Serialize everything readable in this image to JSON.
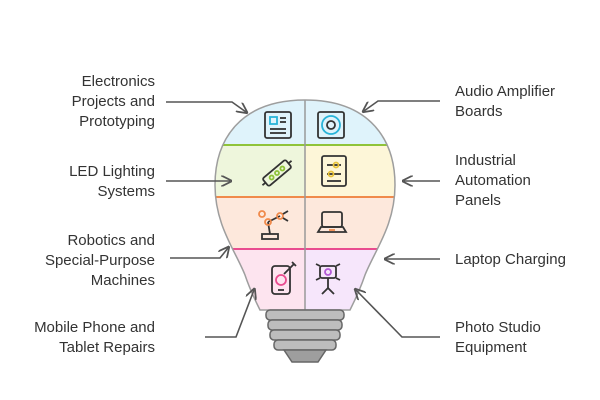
{
  "items": [
    {
      "lines": [
        "Electronics",
        "Projects and",
        "Prototyping"
      ],
      "icon": "circuit-board-icon",
      "color": "#dff3fb",
      "stroke": "#29b3d8"
    },
    {
      "lines": [
        "Audio Amplifier",
        "Boards"
      ],
      "icon": "speaker-icon",
      "color": "#dff3fb",
      "stroke": "#29b3d8"
    },
    {
      "lines": [
        "LED Lighting",
        "Systems"
      ],
      "icon": "led-strip-icon",
      "color": "#eef6dc",
      "stroke": "#8fc33a"
    },
    {
      "lines": [
        "Industrial",
        "Automation",
        "Panels"
      ],
      "icon": "control-panel-icon",
      "color": "#fdf6d8",
      "stroke": "#e8c23a"
    },
    {
      "lines": [
        "Robotics and",
        "Special-Purpose",
        "Machines"
      ],
      "icon": "robot-arm-icon",
      "color": "#fde8dc",
      "stroke": "#f08a4b"
    },
    {
      "lines": [
        "Laptop Charging"
      ],
      "icon": "laptop-icon",
      "color": "#fde8dc",
      "stroke": "#f08a4b"
    },
    {
      "lines": [
        "Mobile Phone and",
        "Tablet Repairs"
      ],
      "icon": "phone-repair-icon",
      "color": "#fde4ef",
      "stroke": "#e94c8f"
    },
    {
      "lines": [
        "Photo Studio",
        "Equipment"
      ],
      "icon": "studio-light-icon",
      "color": "#f6e6fb",
      "stroke": "#b35bd6"
    }
  ],
  "colors": {
    "arrow": "#555555",
    "text": "#333333",
    "base": "#bdbdbd",
    "base_stroke": "#666666"
  }
}
